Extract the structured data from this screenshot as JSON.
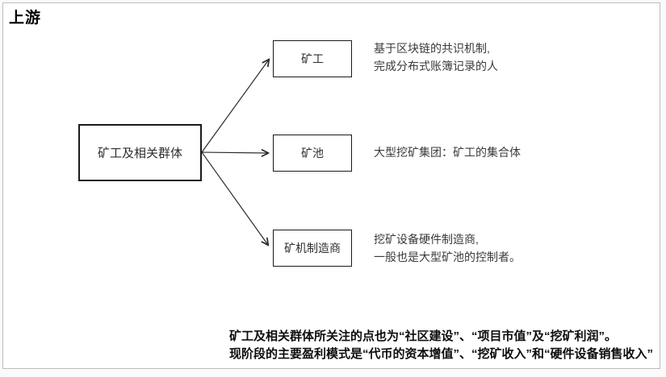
{
  "page": {
    "section_label": "上游"
  },
  "diagram": {
    "root": {
      "label": "矿工及相关群体"
    },
    "children": [
      {
        "label": "矿工",
        "description": [
          "基于区块链的共识机制,",
          "完成分布式账簿记录的人"
        ]
      },
      {
        "label": "矿池",
        "description": [
          "大型挖矿集团：矿工的集合体",
          ""
        ]
      },
      {
        "label": "矿机制造商",
        "description": [
          "挖矿设备硬件制造商,",
          "一般也是大型矿池的控制者。"
        ]
      }
    ],
    "footnote": [
      "矿工及相关群体所关注的点也为“社区建设”、“项目市值”及“挖矿利润”。",
      "现阶段的主要盈利模式是“代币的资本增值”、“挖矿收入”和“硬件设备销售收入”"
    ]
  },
  "colors": {
    "background": "#ffffff",
    "outer_margin": "#fafafa",
    "frame_border": "#bcbcbc",
    "box_border": "#1a1a1a",
    "arrow": "#2b2b2b",
    "text": "#2e2e2e",
    "bold_text": "#0d0d0d"
  }
}
